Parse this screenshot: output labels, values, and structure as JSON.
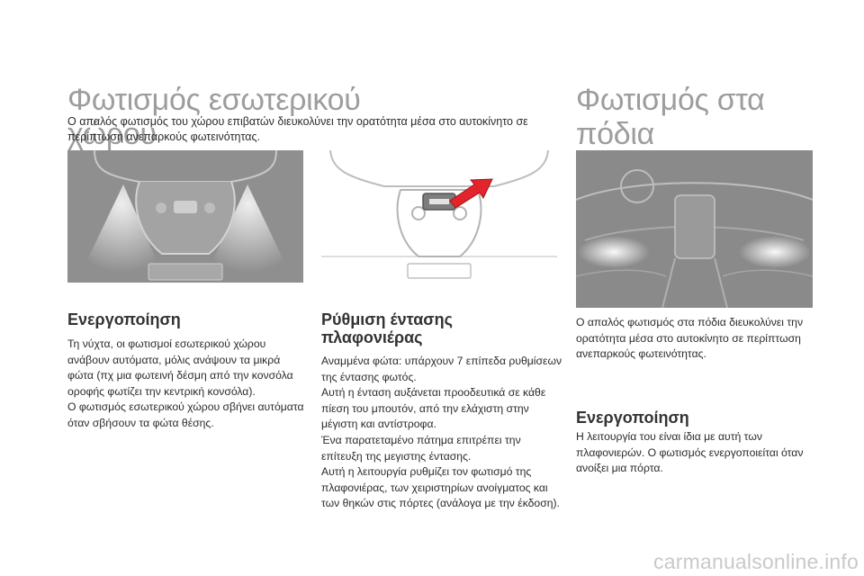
{
  "section_interior": {
    "title": "Φωτισμός εσωτερικού χώρου",
    "intro": "Ο απαλός φωτισμός του χώρου επιβατών διευκολύνει την ορατότητα μέσα στο αυτοκίνητο σε περίπτωση ανεπαρκούς φωτεινότητας."
  },
  "activation_left": {
    "heading": "Ενεργοποίηση",
    "text": "Τη νύχτα, οι φωτισμοί εσωτερικού χώρου ανάβουν αυτόματα, μόλις ανάψουν τα μικρά φώτα (πχ μια φωτεινή δέσμη από την κονσόλα οροφής φωτίζει την κεντρική κονσόλα).\nΟ φωτισμός εσωτερικού χώρου σβήνει αυτόματα όταν σβήσουν τα φώτα θέσης."
  },
  "brightness": {
    "heading": "Ρύθμιση έντασης πλαφονιέρας",
    "text": "Αναμμένα φώτα: υπάρχουν 7 επίπεδα ρυθμίσεων της έντασης φωτός.\nΑυτή η ένταση αυξάνεται προοδευτικά σε κάθε πίεση του μπουτόν, από την ελάχιστη στην μέγιστη και αντίστροφα.\nΈνα παρατεταμένο πάτημα επιτρέπει την επίτευξη της μεγιστης έντασης.\nΑυτή η λειτουργία ρυθμίζει τον φωτισμό της πλαφονιέρας, των χειριστηρίων ανοίγματος και των θηκών στις πόρτες (ανάλογα με την έκδοση)."
  },
  "section_foot": {
    "title": "Φωτισμός στα πόδια",
    "intro": "Ο απαλός φωτισμός στα πόδια διευκολύνει την ορατότητα μέσα στο αυτοκίνητο σε περίπτωση ανεπαρκούς φωτεινότητας."
  },
  "activation_right": {
    "heading": "Ενεργοποίηση",
    "text": "Η λειτουργία του είναι ίδια με αυτή των πλαφονιερών. Ο φωτισμός ενεργοποιείται όταν ανοίξει μια πόρτα."
  },
  "footer": {
    "watermark": "carmanualsonline.info"
  },
  "colors": {
    "title_gray": "#9d9d9d",
    "illustration_gray": "#8f8f8f",
    "arrow_red": "#e3242b"
  }
}
